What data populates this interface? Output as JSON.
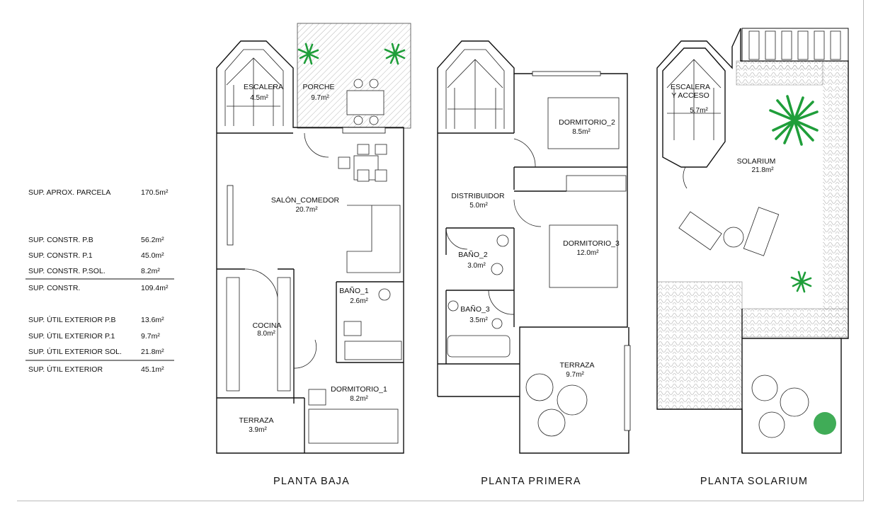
{
  "areas_table": {
    "rows": [
      {
        "label": "SUP. APROX. PARCELA",
        "value": "170.5m²"
      },
      {
        "label": "SUP. CONSTR. P.B",
        "value": "56.2m²"
      },
      {
        "label": "SUP. CONSTR. P.1",
        "value": "45.0m²"
      },
      {
        "label": "SUP. CONSTR. P.SOL.",
        "value": "8.2m²"
      },
      {
        "label": "SUP. CONSTR.",
        "value": "109.4m²"
      },
      {
        "label": "SUP. ÚTIL EXTERIOR P.B",
        "value": "13.6m²"
      },
      {
        "label": "SUP. ÚTIL EXTERIOR P.1",
        "value": "9.7m²"
      },
      {
        "label": "SUP. ÚTIL EXTERIOR SOL.",
        "value": "21.8m²"
      },
      {
        "label": "SUP. ÚTIL EXTERIOR",
        "value": "45.1m²"
      }
    ]
  },
  "plans": {
    "baja": {
      "title": "PLANTA  BAJA",
      "rooms": {
        "escalera": {
          "name": "ESCALERA",
          "area": "4.5m²"
        },
        "porche": {
          "name": "PORCHE",
          "area": "9.7m²"
        },
        "salon": {
          "name": "SALÓN_COMEDOR",
          "area": "20.7m²"
        },
        "bano1": {
          "name": "BAÑO_1",
          "area": "2.6m²"
        },
        "cocina": {
          "name": "COCINA",
          "area": "8.0m²"
        },
        "dormitorio1": {
          "name": "DORMITORIO_1",
          "area": "8.2m²"
        },
        "terraza": {
          "name": "TERRAZA",
          "area": "3.9m²"
        }
      }
    },
    "primera": {
      "title": "PLANTA  PRIMERA",
      "rooms": {
        "dormitorio2": {
          "name": "DORMITORIO_2",
          "area": "8.5m²"
        },
        "distribuidor": {
          "name": "DISTRIBUIDOR",
          "area": "5.0m²"
        },
        "dormitorio3": {
          "name": "DORMITORIO_3",
          "area": "12.0m²"
        },
        "bano2": {
          "name": "BAÑO_2",
          "area": "3.0m²"
        },
        "bano3": {
          "name": "BAÑO_3",
          "area": "3.5m²"
        },
        "terraza": {
          "name": "TERRAZA",
          "area": "9.7m²"
        }
      }
    },
    "solarium": {
      "title": "PLANTA  SOLARIUM",
      "rooms": {
        "escalera_l1": "ESCALERA",
        "escalera_l2": "Y ACCESO",
        "escalera_area": "5.7m²",
        "solarium": {
          "name": "SOLARIUM",
          "area": "21.8m²"
        }
      }
    }
  },
  "colors": {
    "wall": "#111111",
    "plant": "#1f9e3a",
    "paving": "#c9c9c9"
  }
}
